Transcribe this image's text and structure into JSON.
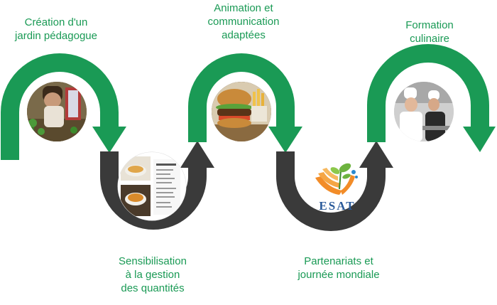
{
  "steps": [
    {
      "label": "Création d'un\njardin pédagogue",
      "photo": "gardening-photo"
    },
    {
      "label": "Sensibilisation\nà la gestion\ndes quantités",
      "photo": "recipe-card-photo"
    },
    {
      "label": "Animation et\ncommunication\nadaptées",
      "photo": "burger-photo"
    },
    {
      "label": "Partenariats et\njournée mondiale",
      "photo": "esat-logo"
    },
    {
      "label": "Formation\nculinaire",
      "photo": "chefs-photo"
    }
  ],
  "esat_logo_text": "ESAT",
  "colors": {
    "green": "#1a9a55",
    "dark": "#3a3a3a",
    "label": "#1a9a55",
    "esat_orange": "#f28c28",
    "esat_blue": "#2a5a9a"
  }
}
